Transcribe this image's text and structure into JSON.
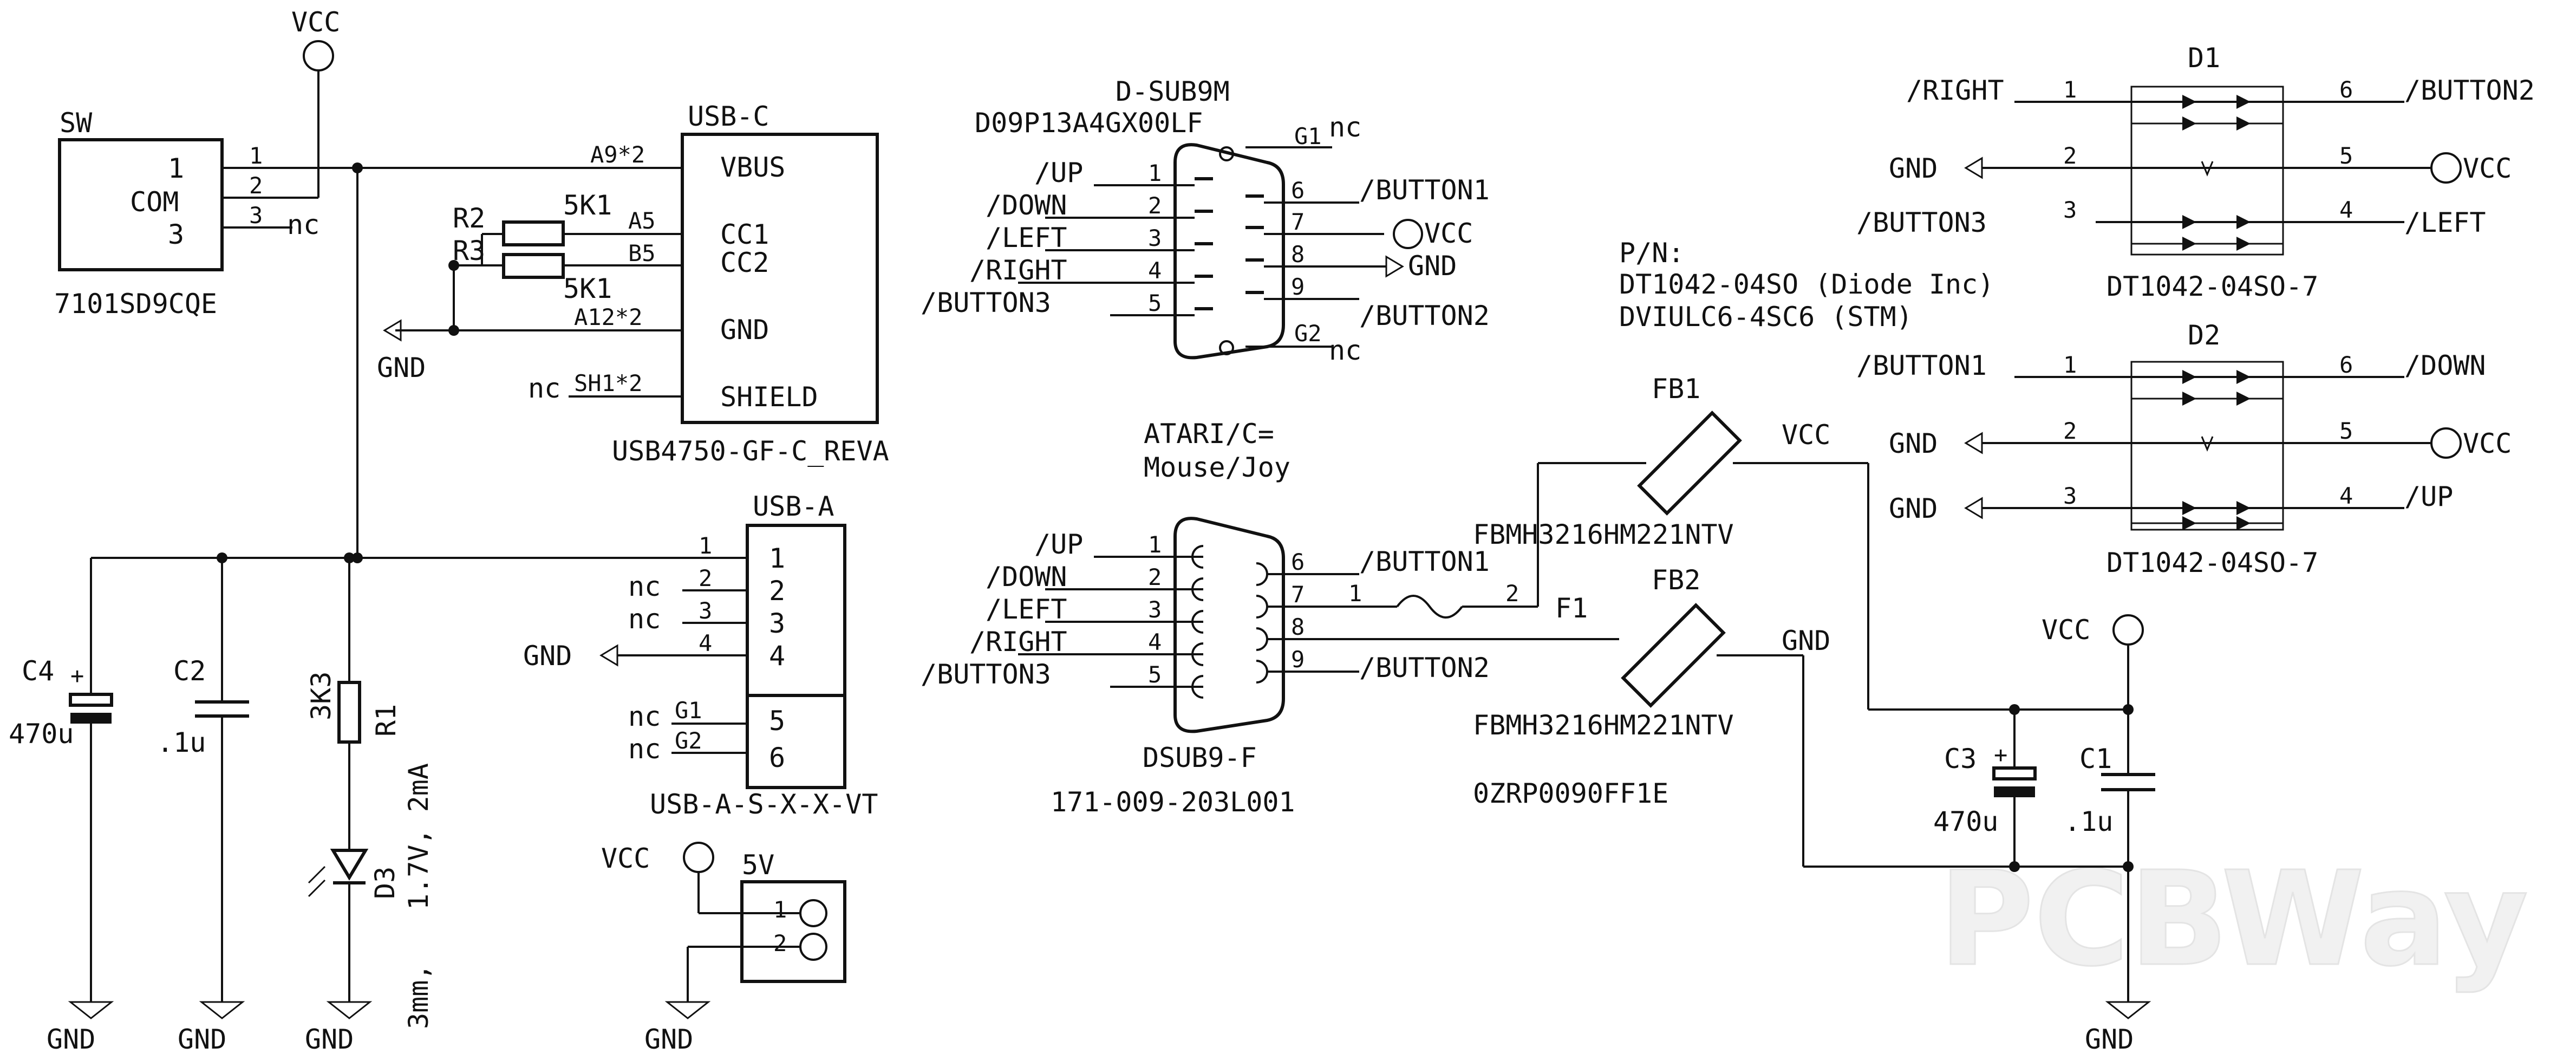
{
  "watermark": "PCBWay",
  "nets": {
    "vcc": "VCC",
    "gnd": "GND",
    "nc": "nc"
  },
  "sw": {
    "ref": "SW",
    "part": "7101SD9CQE",
    "pins": [
      "1",
      "COM",
      "3"
    ],
    "pin_nums": [
      "1",
      "2",
      "3"
    ]
  },
  "usbc": {
    "ref": "USB-C",
    "part": "USB4750-GF-C_REVA",
    "pins": [
      "VBUS",
      "CC1",
      "CC2",
      "GND",
      "SHIELD"
    ],
    "pads": [
      "A9*2",
      "A5",
      "B5",
      "A12*2",
      "SH1*2"
    ]
  },
  "r2": {
    "ref": "R2",
    "value": "5K1"
  },
  "r3": {
    "ref": "R3",
    "value": "5K1"
  },
  "dsub9m": {
    "ref": "D-SUB9M",
    "part": "D09P13A4GX00LF",
    "g1": "G1",
    "g2": "G2",
    "left_pins": [
      "1",
      "2",
      "3",
      "4",
      "5"
    ],
    "right_pins": [
      "6",
      "7",
      "8",
      "9"
    ],
    "left_nets": [
      "/UP",
      "/DOWN",
      "/LEFT",
      "/RIGHT",
      "/BUTTON3"
    ],
    "right_nets": [
      "/BUTTON1",
      "VCC",
      "GND",
      "/BUTTON2"
    ]
  },
  "dsub9f": {
    "ref": "DSUB9-F",
    "part": "171-009-203L001",
    "left_pins": [
      "1",
      "2",
      "3",
      "4",
      "5"
    ],
    "right_pins": [
      "6",
      "7",
      "8",
      "9"
    ],
    "left_nets": [
      "/UP",
      "/DOWN",
      "/LEFT",
      "/RIGHT",
      "/BUTTON3"
    ],
    "right_nets": [
      "/BUTTON1",
      "/BUTTON2"
    ]
  },
  "note": {
    "line1": "ATARI/C=",
    "line2": "Mouse/Joy"
  },
  "pn": {
    "title": "P/N:",
    "line1": "DT1042-04SO (Diode Inc)",
    "line2": "DVIULC6-4SC6 (STM)"
  },
  "d1": {
    "ref": "D1",
    "part": "DT1042-04SO-7",
    "left_pins": [
      "1",
      "2",
      "3"
    ],
    "right_pins": [
      "6",
      "5",
      "4"
    ],
    "left_nets": [
      "/RIGHT",
      "GND",
      "/BUTTON3"
    ],
    "right_nets": [
      "/BUTTON2",
      "VCC",
      "/LEFT"
    ]
  },
  "d2": {
    "ref": "D2",
    "part": "DT1042-04SO-7",
    "left_pins": [
      "1",
      "2",
      "3"
    ],
    "right_pins": [
      "6",
      "5",
      "4"
    ],
    "left_nets": [
      "/BUTTON1",
      "GND",
      "GND"
    ],
    "right_nets": [
      "/DOWN",
      "VCC",
      "/UP"
    ]
  },
  "fb1": {
    "ref": "FB1",
    "part": "FBMH3216HM221NTV"
  },
  "fb2": {
    "ref": "FB2",
    "part": "FBMH3216HM221NTV"
  },
  "f1": {
    "ref": "F1",
    "part": "0ZRP0090FF1E",
    "pins": [
      "1",
      "2"
    ]
  },
  "usba": {
    "ref": "USB-A",
    "part": "USB-A-S-X-X-VT",
    "pins": [
      "1",
      "2",
      "3",
      "4",
      "5",
      "6"
    ],
    "g1": "G1",
    "g2": "G2"
  },
  "conn5v": {
    "ref": "5V",
    "pins": [
      "1",
      "2"
    ]
  },
  "c4": {
    "ref": "C4",
    "value": "470u",
    "pol": "+"
  },
  "c2": {
    "ref": "C2",
    "value": ".1u"
  },
  "c3": {
    "ref": "C3",
    "value": "470u",
    "pol": "+"
  },
  "c1": {
    "ref": "C1",
    "value": ".1u"
  },
  "r1": {
    "ref": "R1",
    "value": "3K3"
  },
  "d3": {
    "ref": "D3",
    "note1": "1.7V, 2mA",
    "note2": "3mm,"
  }
}
